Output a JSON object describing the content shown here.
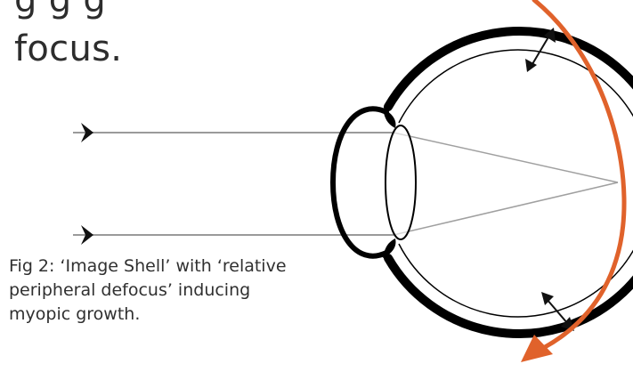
{
  "heading": {
    "line1": "g                                                   g   g",
    "line2": "focus."
  },
  "caption": "Fig 2: ‘Image Shell’ with ‘relative peripheral defocus’ inducing myopic growth.",
  "colors": {
    "shell_arc": "#e0622b",
    "eye_outline": "#000000",
    "light_ray": "#9a9a9a",
    "arrow": "#111111"
  },
  "icons": {
    "ray_arrowheads": "chevron-right",
    "shell_arrowhead": "triangle-down"
  }
}
